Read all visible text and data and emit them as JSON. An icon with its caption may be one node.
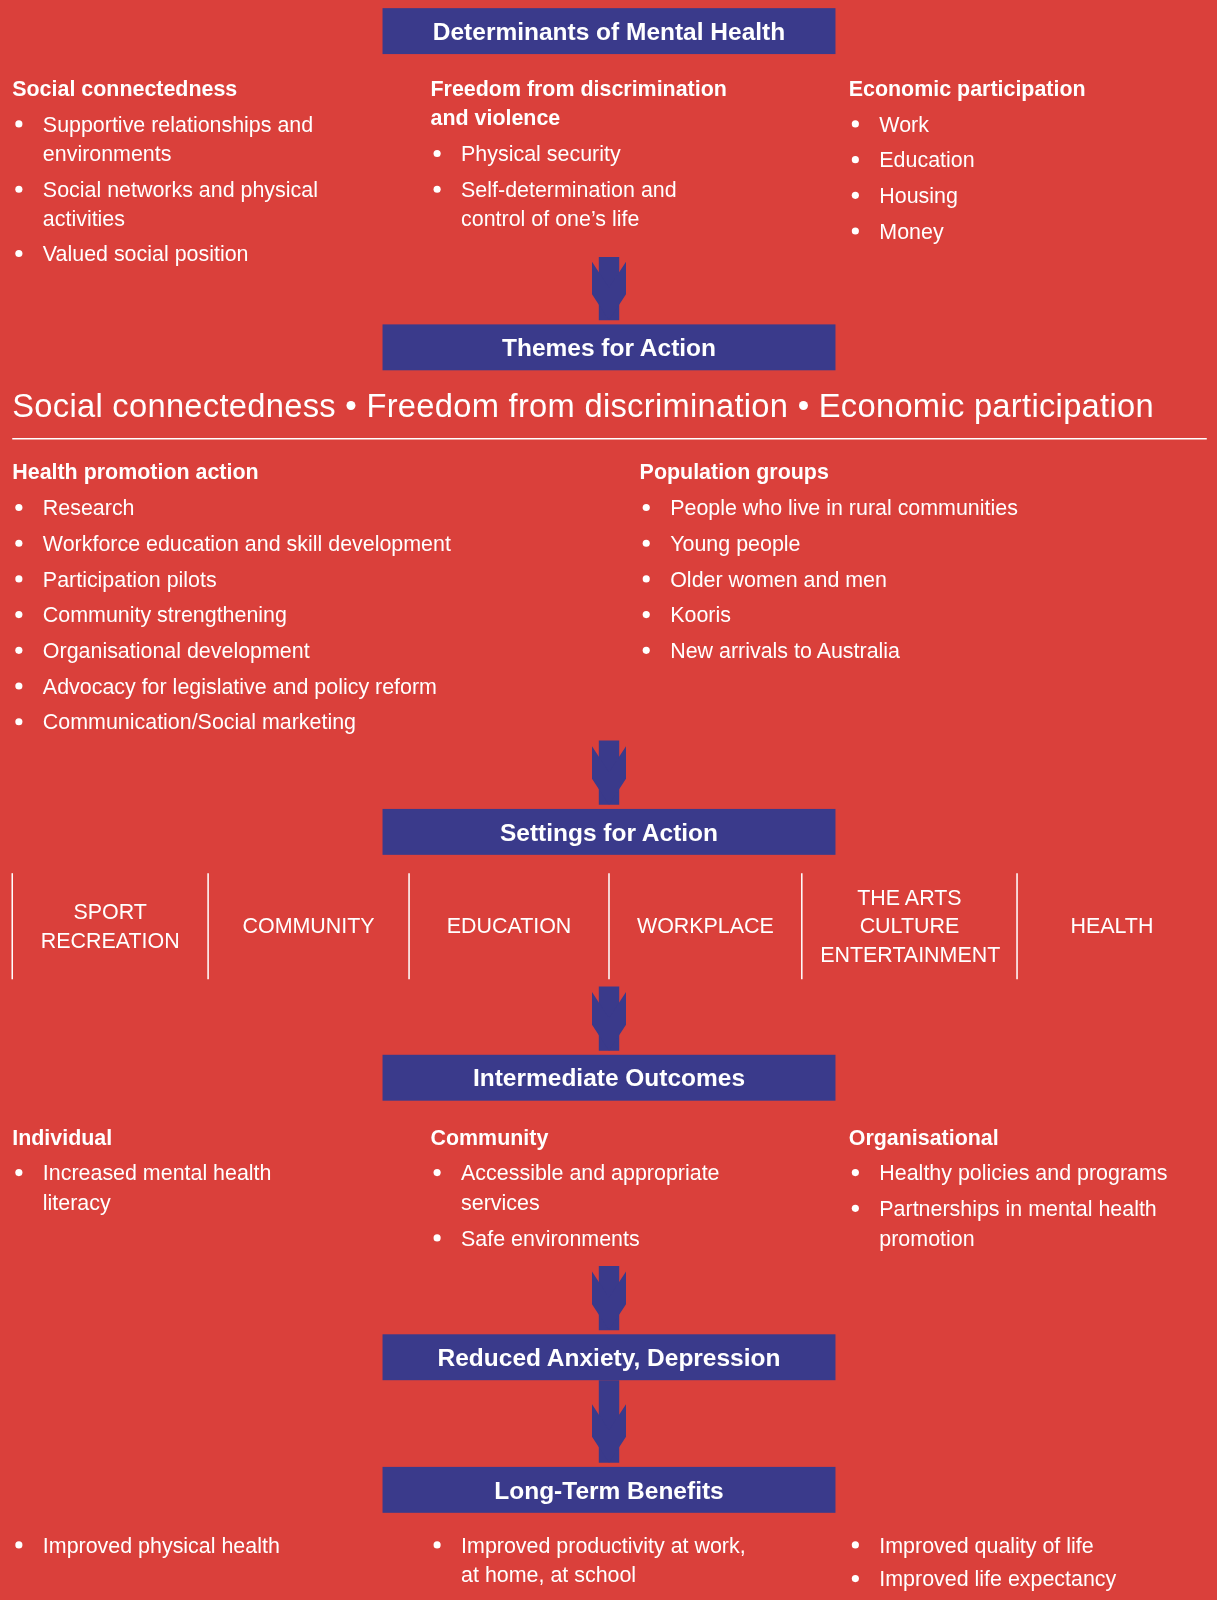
{
  "diagram": {
    "nodes": [
      {
        "text": [
          "Determinants of Mental Health"
        ]
      },
      {
        "text": [
          "Themes for Action"
        ]
      },
      {
        "text": [
          "Settings for Action"
        ]
      },
      {
        "text": [
          "Intermediate Outcomes"
        ]
      },
      {
        "text": [
          "Reduced Anxiety, Depression"
        ]
      },
      {
        "text": [
          "Long-Term Benefits"
        ]
      }
    ],
    "edges": [
      {
        "from": null,
        "to": 1,
        "arrow": "to"
      },
      {
        "from": null,
        "to": 2,
        "arrow": "to"
      },
      {
        "from": null,
        "to": 3,
        "arrow": "to"
      },
      {
        "from": null,
        "to": 4,
        "arrow": "to"
      },
      {
        "from": 4,
        "to": 5,
        "arrow": "to"
      }
    ],
    "labels": [
      "Social connectedness",
      "Supportive relationships and environments",
      "Social networks and physical activities",
      "Valued social position",
      "Freedom from discrimination and violence",
      "Physical security",
      "Self-determination and control of one’s life",
      "Economic participation",
      "Work",
      "Education",
      "Housing",
      "Money",
      "Social connectedness • Freedom from discrimination • Economic participation",
      "Health promotion action",
      "Research",
      "Workforce education and skill development",
      "Participation pilots",
      "Community strengthening",
      "Organisational development",
      "Advocacy for legislative and policy reform",
      "Communication/Social marketing",
      "Population groups",
      "People who live in rural communities",
      "Young people",
      "Older women and men",
      "Kooris",
      "New arrivals to Australia",
      "SPORT RECREATION",
      "COMMUNITY",
      "EDUCATION",
      "WORKPLACE",
      "THE ARTS CULTURE ENTERTAINMENT",
      "HEALTH",
      "Individual",
      "Increased mental health literacy",
      "Community",
      "Accessible and appropriate services",
      "Safe environments",
      "Organisational",
      "Healthy policies and programs",
      "Partnerships in mental health promotion",
      "Improved physical health",
      "Improved productivity at work, at home, at school",
      "Improved quality of life",
      "Improved life expectancy"
    ]
  }
}
